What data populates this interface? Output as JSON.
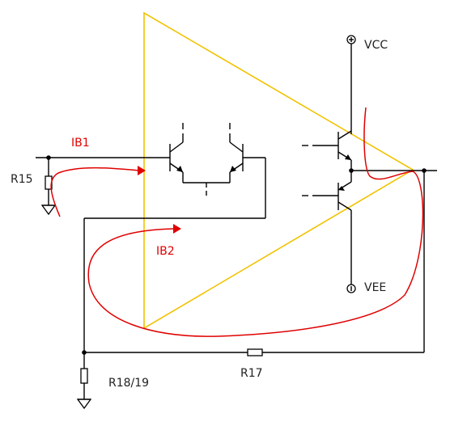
{
  "labels": {
    "vcc": "VCC",
    "vee": "VEE",
    "r15": "R15",
    "r17": "R17",
    "r1819": "R18/19",
    "ib1": "IB1",
    "ib2": "IB2"
  },
  "colors": {
    "amplifier_outline": "#f2c200",
    "current_path": "#e00000",
    "wire": "#000000"
  },
  "icons": {
    "vcc_terminal": "circle-plus-icon",
    "vee_terminal": "circle-minus-icon",
    "ground": "ground-symbol-icon",
    "arrow": "arrowhead-icon"
  }
}
